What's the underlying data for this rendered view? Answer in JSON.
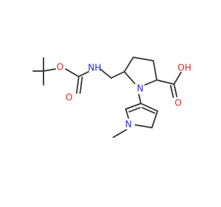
{
  "colors": {
    "bond": "#3c3c3c",
    "oxygen": "#e8281e",
    "nitrogen": "#2a2ae8",
    "background": "#ffffff"
  },
  "atoms": {
    "ester_O": "O",
    "carbonyl_O": "O",
    "amide_NH": "NH",
    "ring_N": "N",
    "pyrrole_N": "N",
    "acid_OH": "OH",
    "acid_O": "O"
  }
}
